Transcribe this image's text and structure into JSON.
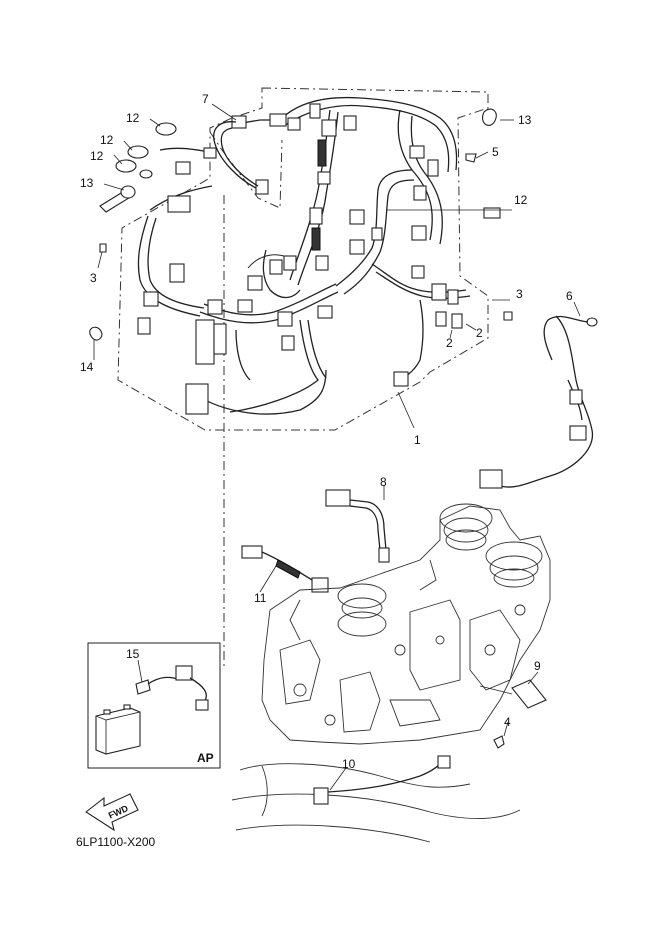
{
  "diagram": {
    "drawing_code": "6LP1100-X200",
    "inset_label": "AP",
    "direction_label": "FWD",
    "callouts": [
      "1",
      "2",
      "2",
      "3",
      "3",
      "4",
      "5",
      "6",
      "7",
      "8",
      "9",
      "10",
      "11",
      "12",
      "12",
      "12",
      "12",
      "13",
      "13",
      "14",
      "15"
    ]
  }
}
